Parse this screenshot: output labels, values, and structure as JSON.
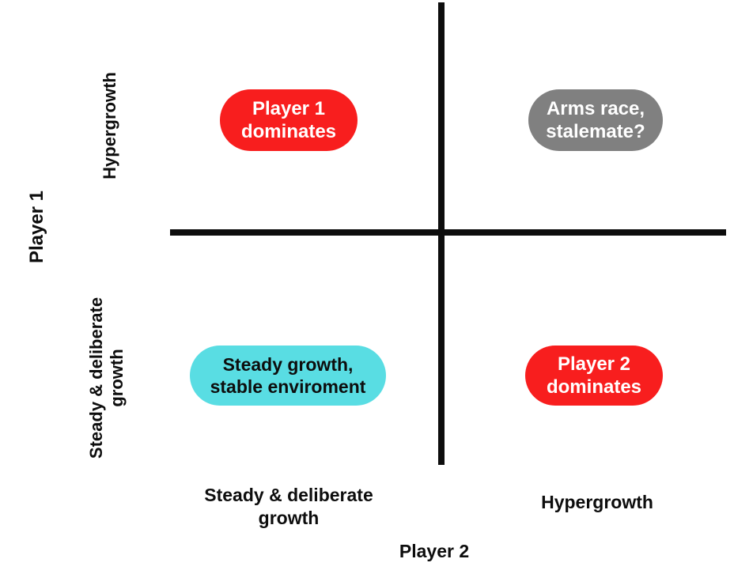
{
  "chart_data": {
    "type": "table",
    "title": "Player 1 vs Player 2 growth-strategy 2x2 matrix",
    "xlabel": "Player 2",
    "ylabel": "Player 1",
    "grid": false,
    "legend_position": "none",
    "x_categories": [
      "Steady & deliberate\ngrowth",
      "Hypergrowth"
    ],
    "y_categories": [
      "Hypergrowth",
      "Steady & deliberate\ngrowth"
    ],
    "quadrants": [
      {
        "id": "top-left",
        "x_category": "Steady & deliberate growth",
        "y_category": "Hypergrowth",
        "label": "Player 1\ndominates",
        "fill": "#F81E1E",
        "text_color": "#FFFFFF"
      },
      {
        "id": "top-right",
        "x_category": "Hypergrowth",
        "y_category": "Hypergrowth",
        "label": "Arms race,\nstalemate?",
        "fill": "#808080",
        "text_color": "#FFFFFF"
      },
      {
        "id": "bottom-left",
        "x_category": "Steady & deliberate growth",
        "y_category": "Steady & deliberate growth",
        "label": "Steady growth,\nstable enviroment",
        "fill": "#59DDE3",
        "text_color": "#0D0D0D"
      },
      {
        "id": "bottom-right",
        "x_category": "Hypergrowth",
        "y_category": "Steady & deliberate growth",
        "label": "Player 2\ndominates",
        "fill": "#F81E1E",
        "text_color": "#FFFFFF"
      }
    ]
  },
  "axes": {
    "vertical": {
      "title": "Player 1",
      "high_label": "Hypergrowth",
      "low_label": "Steady & deliberate\ngrowth"
    },
    "horizontal": {
      "title": "Player 2",
      "low_label": "Steady & deliberate\ngrowth",
      "high_label": "Hypergrowth"
    }
  },
  "colors": {
    "background": "#FFFFFF",
    "axis_line": "#0D0D0D",
    "red": "#F81E1E",
    "gray": "#808080",
    "cyan": "#59DDE3",
    "text_dark": "#0D0D0D",
    "text_light": "#FFFFFF"
  }
}
